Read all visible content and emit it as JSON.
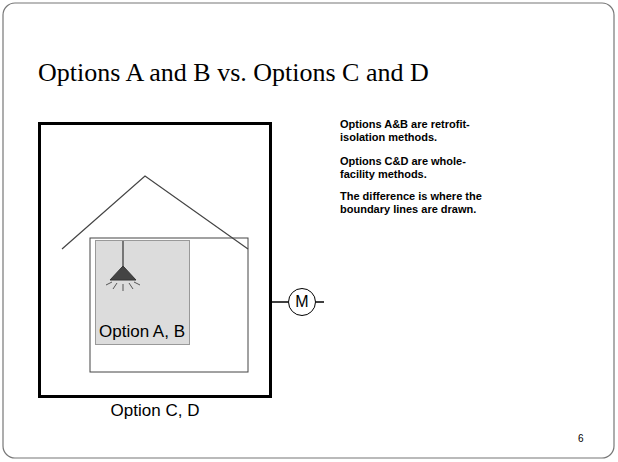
{
  "diagram": {
    "title": "Options A and B vs. Options C and D",
    "nodes": [
      {
        "text": [
          "Option C, D"
        ]
      },
      {
        "text": [
          "Option A, B"
        ],
        "in": 0
      },
      {
        "text": [
          "M"
        ]
      }
    ],
    "edges": [
      {
        "from": 0,
        "to": 2,
        "arrow": "none"
      }
    ],
    "labels": [
      "Options A&B are retrofit- isolation methods.",
      "Options C&D are whole- facility methods.",
      "The difference is where the boundary lines are drawn.",
      "6"
    ]
  }
}
